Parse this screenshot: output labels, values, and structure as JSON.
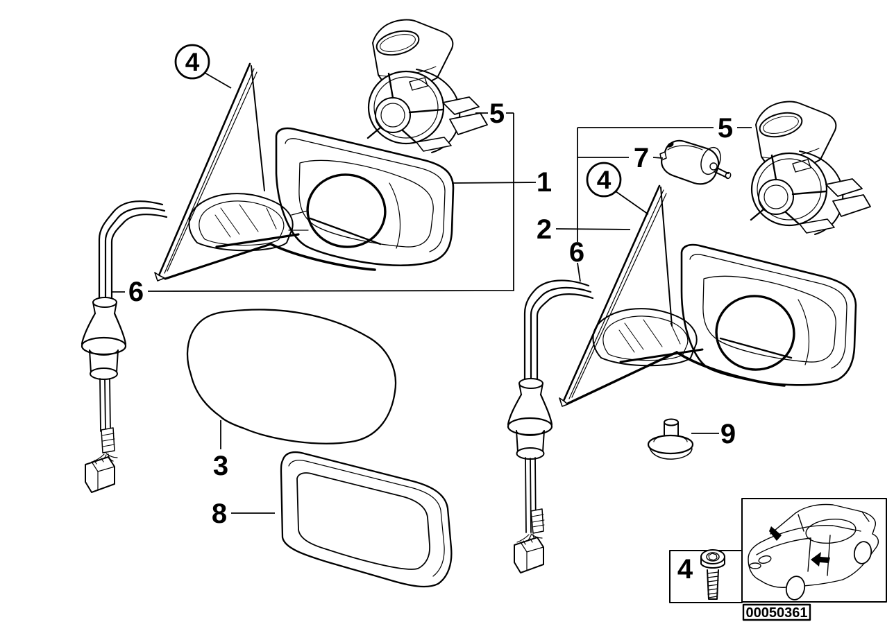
{
  "diagram": {
    "background": "#ffffff",
    "line_color": "#000000",
    "image_code": "00050361",
    "callouts": {
      "left_gasket_circled": "4",
      "left_mirror_base": "5",
      "left_mirror_assembly": "1",
      "left_cable": "6",
      "mirror_glass": "3",
      "mirror_glass_framed": "8",
      "right_mirror_base": "5",
      "right_motor": "7",
      "right_gasket_circled": "4",
      "right_mirror_assembly": "2",
      "right_cable": "6",
      "grommet": "9",
      "screw_inset": "4"
    }
  }
}
